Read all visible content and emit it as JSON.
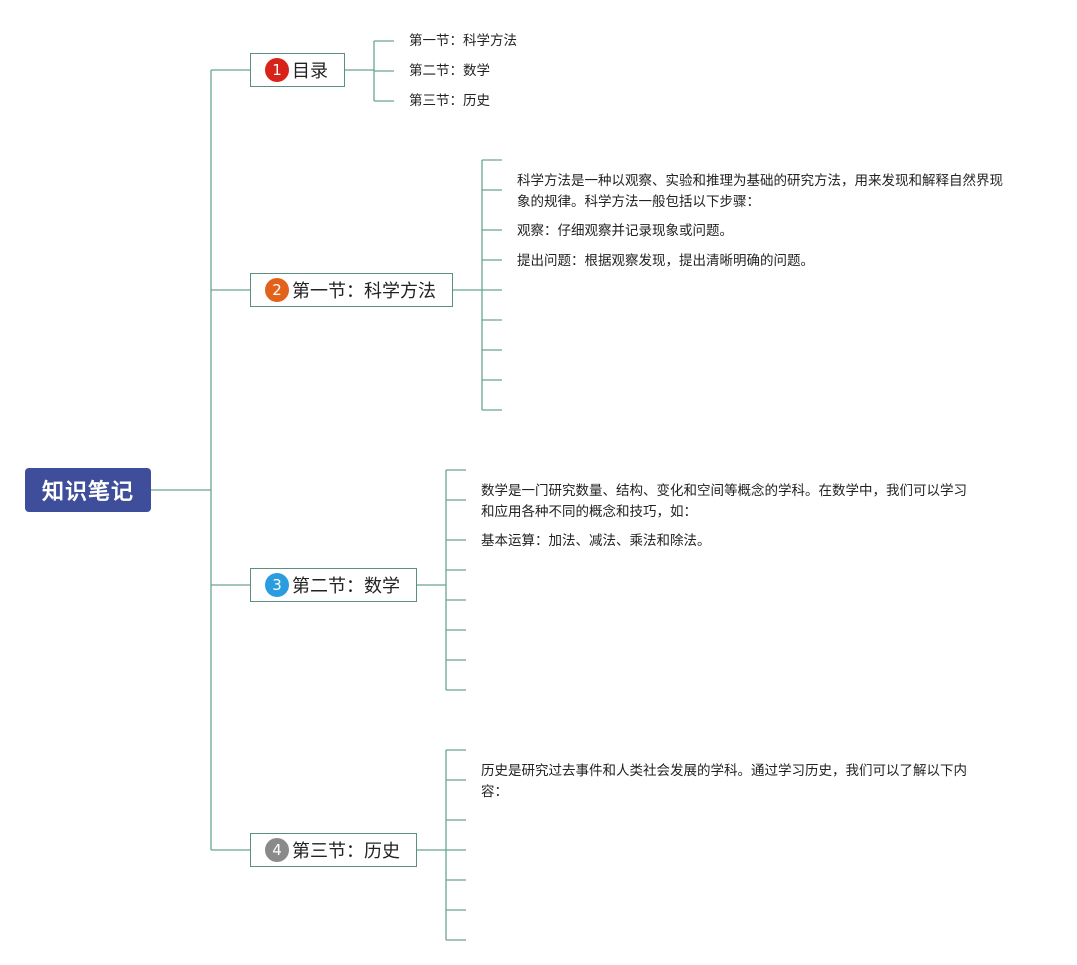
{
  "root": {
    "label": "知识笔记"
  },
  "branches": [
    {
      "number": "1",
      "badge_color": "#d8231a",
      "label": "目录",
      "items": [
        "第一节：科学方法",
        "第二节：数学",
        "第三节：历史"
      ]
    },
    {
      "number": "2",
      "badge_color": "#e2621b",
      "label": "第一节：科学方法",
      "items": [
        "科学方法是一种以观察、实验和推理为基础的研究方法，用来发现和解释自然界现象的规律。科学方法一般包括以下步骤：",
        "观察：仔细观察并记录现象或问题。",
        "提出问题：根据观察发现，提出清晰明确的问题。"
      ]
    },
    {
      "number": "3",
      "badge_color": "#2a9de0",
      "label": "第二节：数学",
      "items": [
        "数学是一门研究数量、结构、变化和空间等概念的学科。在数学中，我们可以学习和应用各种不同的概念和技巧，如：",
        "基本运算：加法、减法、乘法和除法。"
      ]
    },
    {
      "number": "4",
      "badge_color": "#8a8a8a",
      "label": "第三节：历史",
      "items": [
        "历史是研究过去事件和人类社会发展的学科。通过学习历史，我们可以了解以下内容："
      ]
    }
  ],
  "colors": {
    "line": "#6aa395",
    "root_bg": "#3f4e9a"
  }
}
